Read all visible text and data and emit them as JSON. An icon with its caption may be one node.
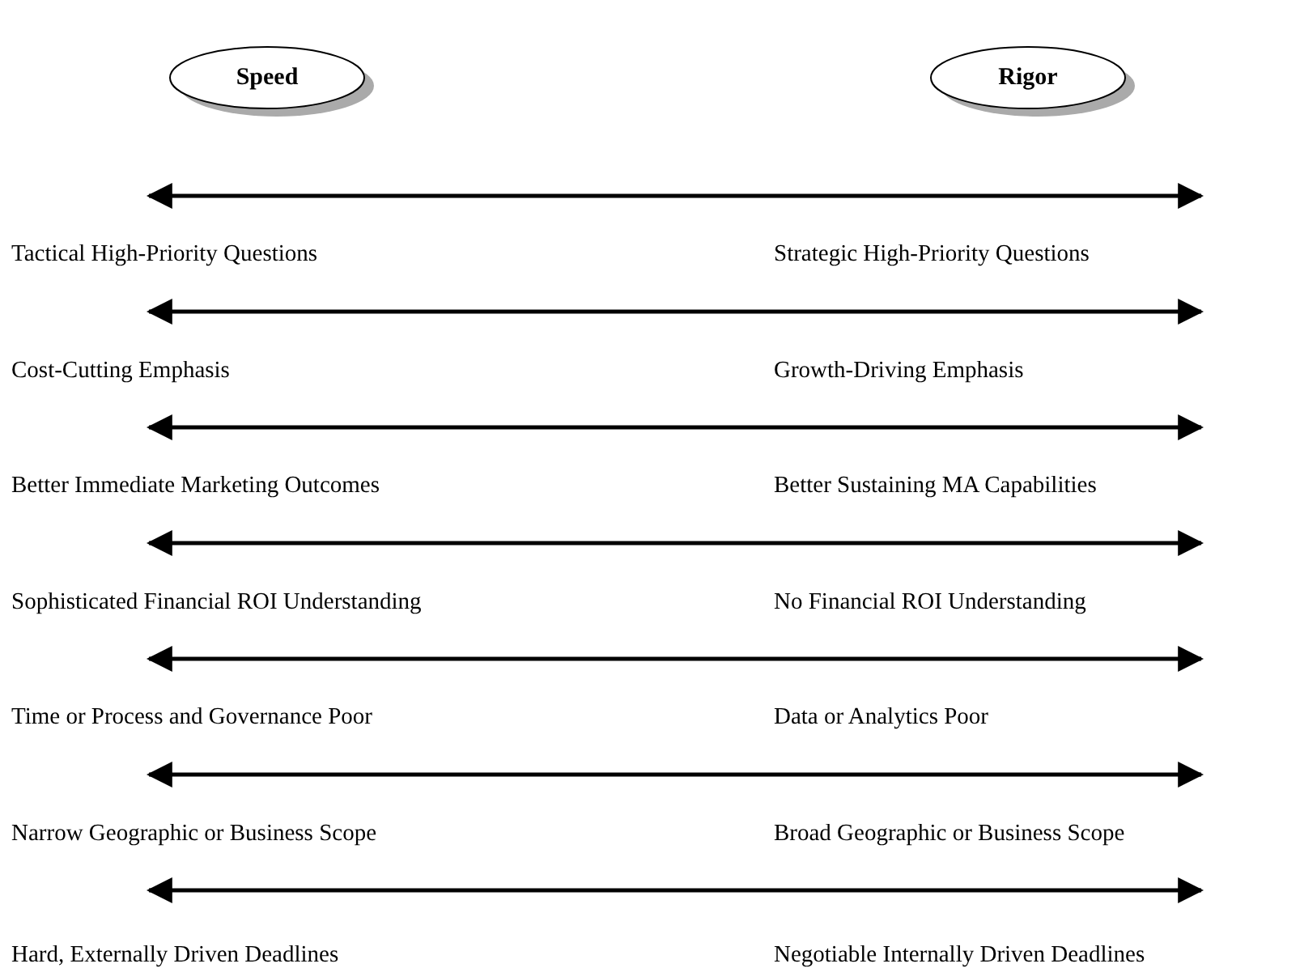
{
  "diagram": {
    "nodes": [
      {
        "text": [
          "Speed"
        ]
      },
      {
        "text": [
          "Rigor"
        ]
      }
    ],
    "labels": [
      "Tactical High-Priority Questions",
      "Strategic High-Priority Questions",
      "Cost-Cutting Emphasis",
      "Growth-Driving Emphasis",
      "Better Immediate Marketing Outcomes",
      "Better Sustaining MA Capabilities",
      "Sophisticated Financial ROI Understanding",
      "No Financial ROI Understanding",
      "Time or Process and Governance Poor",
      "Data or Analytics Poor",
      "Narrow Geographic or Business Scope",
      "Broad Geographic or Business Scope",
      "Hard, Externally Driven Deadlines",
      "Negotiable Internally Driven Deadlines"
    ]
  }
}
